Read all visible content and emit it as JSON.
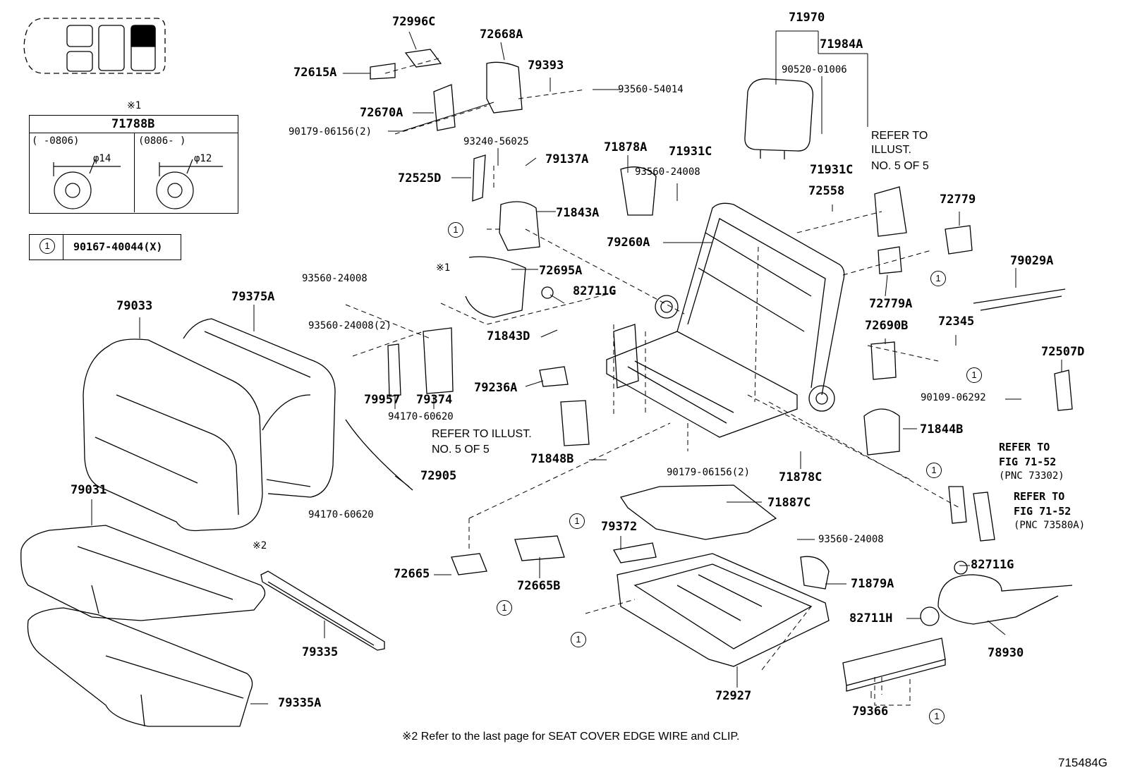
{
  "diagram_code": "715484G",
  "footnote": "※2 Refer to the last page for SEAT COVER EDGE WIRE and CLIP.",
  "legend": {
    "mark": "※1",
    "part": "71788B",
    "left_range": "(     -0806)",
    "right_range": "(0806-       )",
    "left_dia": "φ14",
    "right_dia": "φ12",
    "circle_symbol": "1",
    "circle_part": "90167-40044(X)"
  },
  "labels": {
    "p79033": "79033",
    "p79375A": "79375A",
    "p79031": "79031",
    "p79335": "79335",
    "p79335A": "79335A",
    "p72996C": "72996C",
    "p72615A": "72615A",
    "p72668A": "72668A",
    "p79393": "79393",
    "p72670A": "72670A",
    "p90179_top": "90179-06156(2)",
    "p93560_54014": "93560-54014",
    "p93240": "93240-56025",
    "p79137A": "79137A",
    "p72525D": "72525D",
    "p71843A": "71843A",
    "p71878A": "71878A",
    "p93560_24008_a": "93560-24008",
    "p72695A": "72695A",
    "p82711G_a": "82711G",
    "p71843D": "71843D",
    "p93560_24008_b": "93560-24008",
    "p93560_24008_2": "93560-24008(2)",
    "p79957": "79957",
    "p79374": "79374",
    "p94170_a": "94170-60620",
    "p72905": "72905",
    "p94170_b": "94170-60620",
    "p79236A": "79236A",
    "p71848B": "71848B",
    "p71970": "71970",
    "p71984A": "71984A",
    "p90520": "90520-01006",
    "p71931C_a": "71931C",
    "p71931C_b": "71931C",
    "p72558": "72558",
    "p79260A": "79260A",
    "p72779": "72779",
    "p79029A": "79029A",
    "p72779A": "72779A",
    "p72690B": "72690B",
    "p72345": "72345",
    "p72507D": "72507D",
    "p90109": "90109-06292",
    "p71844B": "71844B",
    "p90179_bot": "90179-06156(2)",
    "p71878C": "71878C",
    "p71887C": "71887C",
    "p93560_24008_c": "93560-24008",
    "p79372": "79372",
    "p71879A": "71879A",
    "p72665": "72665",
    "p72665B": "72665B",
    "p82711G_b": "82711G",
    "p82711H": "82711H",
    "p78930": "78930",
    "p72927": "72927",
    "p79366": "79366",
    "x2": "※2",
    "x1": "※1"
  },
  "refs": {
    "refer_illust_a_1": "REFER TO",
    "refer_illust_a_2": "ILLUST.",
    "refer_illust_a_3": "NO. 5 OF 5",
    "refer_illust_b_1": "REFER TO ILLUST.",
    "refer_illust_b_2": "NO. 5 OF 5",
    "refer_fig_a_1": "REFER TO",
    "refer_fig_a_2": "FIG 71-52",
    "refer_fig_a_3": "(PNC 73302)",
    "refer_fig_b_1": "REFER TO",
    "refer_fig_b_2": "FIG 71-52",
    "refer_fig_b_3": "(PNC 73580A)"
  },
  "circle_one": "1"
}
